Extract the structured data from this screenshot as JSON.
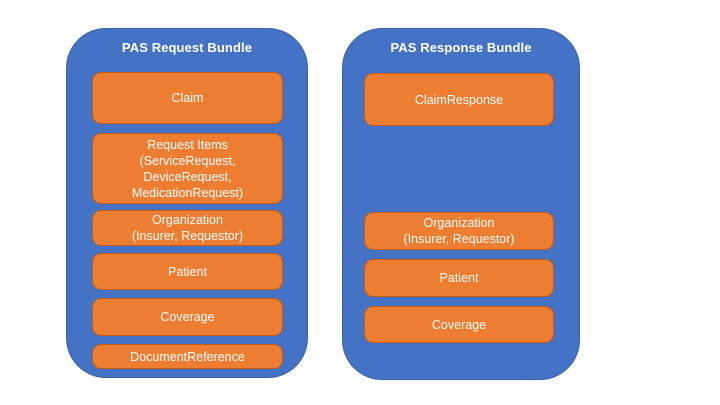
{
  "diagram": {
    "bundles": [
      {
        "title": "PAS Request Bundle",
        "boxes": [
          {
            "label": "Claim"
          },
          {
            "label": "Request Items\n(ServiceRequest,\nDeviceRequest,\nMedicationRequest)"
          },
          {
            "label": "Organization\n(Insurer, Requestor)"
          },
          {
            "label": "Patient"
          },
          {
            "label": "Coverage"
          },
          {
            "label": "DocumentReference"
          }
        ]
      },
      {
        "title": "PAS Response Bundle",
        "boxes": [
          {
            "label": "ClaimResponse"
          },
          {
            "label": "Organization\n(Insurer, Requestor)"
          },
          {
            "label": "Patient"
          },
          {
            "label": "Coverage"
          }
        ]
      }
    ],
    "colors": {
      "bundle_fill": "#4472C4",
      "bundle_border": "#3B62A9",
      "box_fill": "#ED7D31",
      "box_border": "#C55A11",
      "text": "#FFFFFF",
      "background": "#FFFFFF"
    }
  }
}
